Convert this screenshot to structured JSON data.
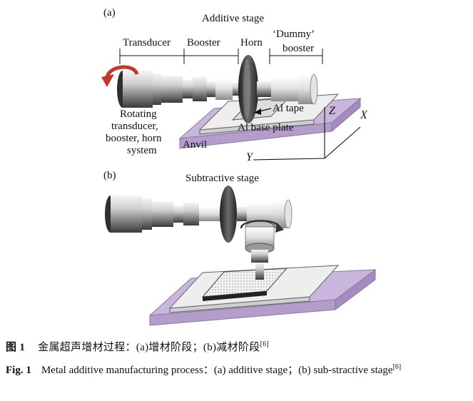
{
  "figure": {
    "panel_a": {
      "label": "(a)",
      "stage": "Additive stage",
      "transducer": "Transducer",
      "booster": "Booster",
      "horn": "Horn",
      "dummy_line1": "‘Dummy’",
      "dummy_line2": "booster",
      "rot_line1": "Rotating",
      "rot_line2": "transducer,",
      "rot_line3": "booster, horn",
      "rot_line4": "system",
      "al_tape": "Al tape",
      "al_base": "Al base plate",
      "anvil": "Anvil",
      "axis_z": "Z",
      "axis_x": "X",
      "axis_y": "Y"
    },
    "panel_b": {
      "label": "(b)",
      "stage": "Subtractive stage"
    }
  },
  "caption": {
    "cn_num": "图 1",
    "cn_text": "金属超声增材过程：(a)增材阶段；(b)减材阶段",
    "cn_ref": "[6]",
    "en_num": "Fig. 1",
    "en_text": "Metal additive manufacturing process：(a) additive stage；(b) sub-stractive stage",
    "en_ref": "[6]"
  },
  "colors": {
    "anvil": "#c9b6dd",
    "anvil_edge": "#8d76a8",
    "plate": "#e6e6e6",
    "metal_dark": "#3a3a3a",
    "metal_mid": "#9a9a9a",
    "metal_light": "#e9e9e9"
  }
}
